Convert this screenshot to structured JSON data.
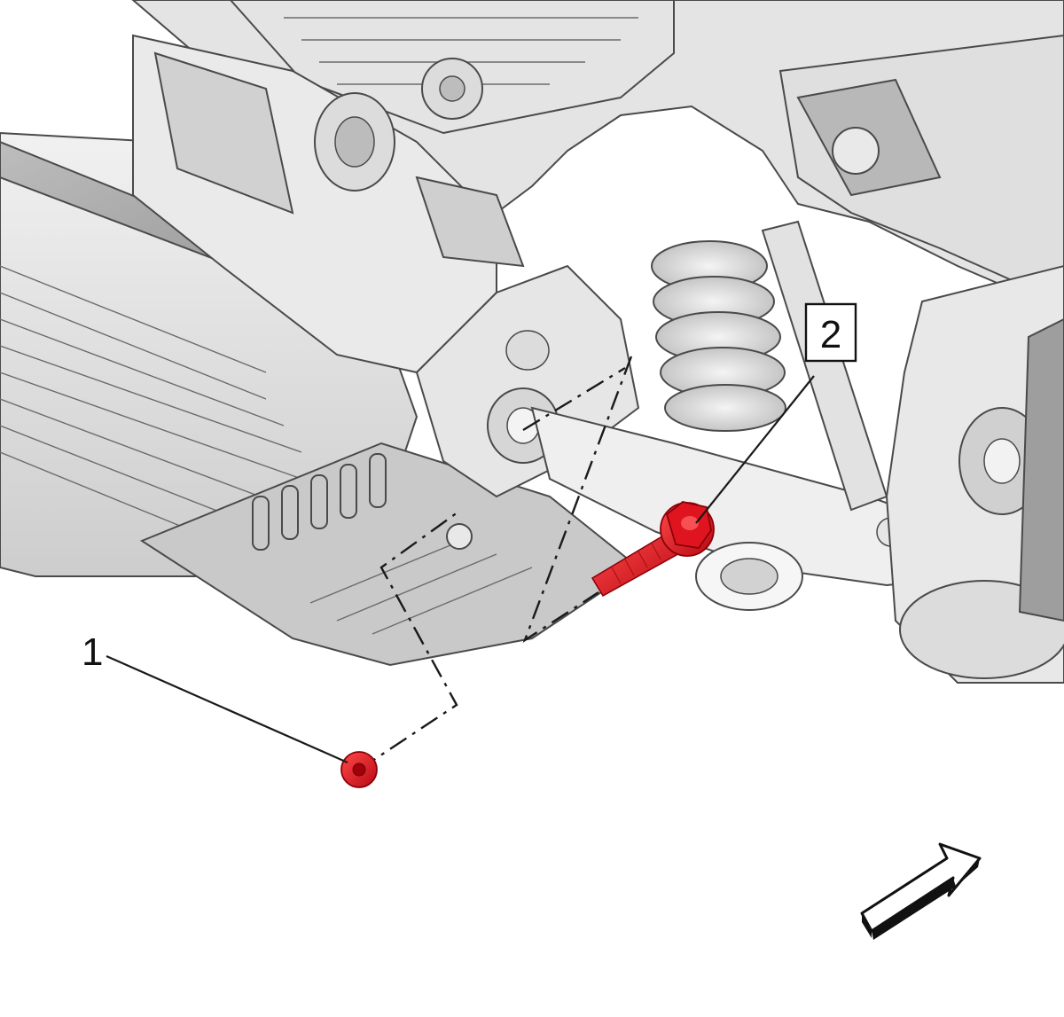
{
  "callouts": [
    {
      "number": "1",
      "part": "nut",
      "highlight": "#e0141e"
    },
    {
      "number": "2",
      "part": "bolt",
      "boxed": true,
      "highlight": "#e0141e"
    }
  ],
  "colors": {
    "background": "#ffffff",
    "body_light": "#e9e9e9",
    "body_mid": "#cfcfcf",
    "body_dark": "#9a9a9a",
    "outline": "#4a4a4a",
    "highlight": "#e0141e"
  },
  "view_arrow": {
    "icon": "front-of-vehicle-arrow-icon"
  }
}
